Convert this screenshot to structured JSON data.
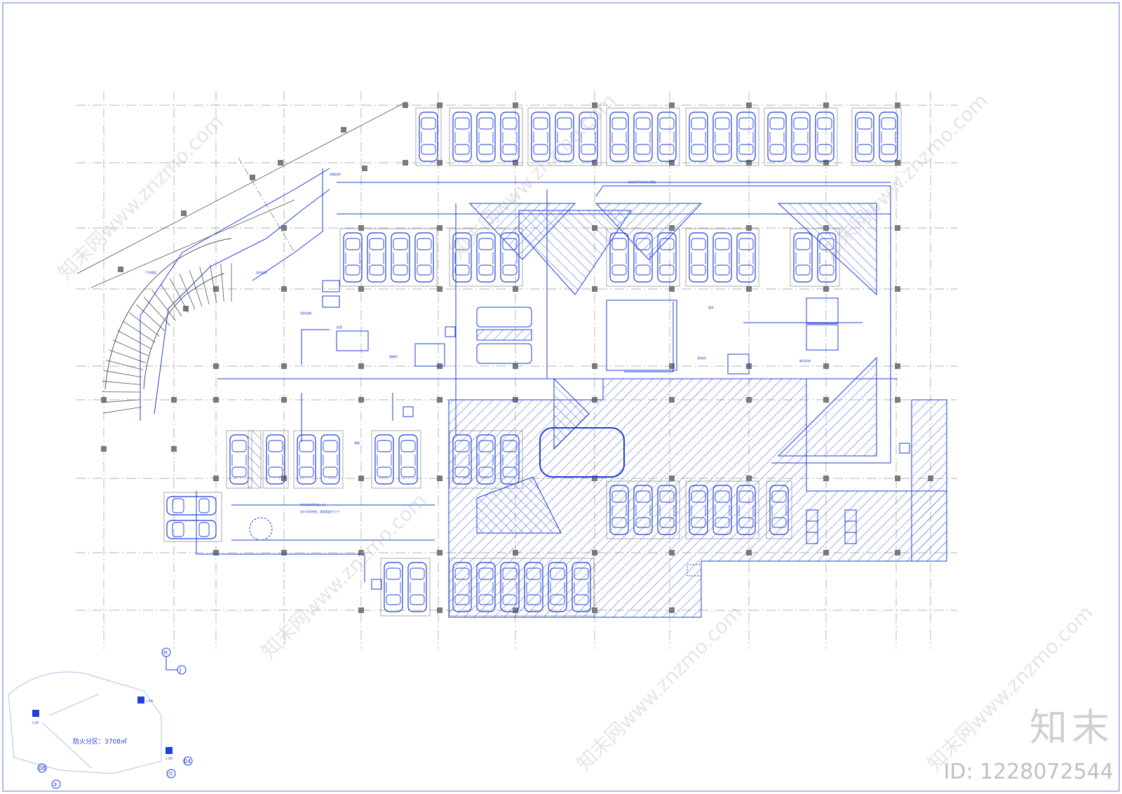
{
  "drawing": {
    "fire_zone_label": "防火分区：3708㎡",
    "top_route_label": "机动车停车库出口通道",
    "ramp_label": "汽车坡道",
    "bottom_note_1": "非机动车停车出入口",
    "bottom_note_2": "自行车库停放，通道宽度不小于",
    "center_label": "疏散",
    "axis_bubbles": [
      "⑩",
      "J",
      "08",
      "③",
      "⑪",
      "04"
    ],
    "level_marks": [
      "1.5M",
      "1.5M",
      "1.5M"
    ],
    "small_labels": [
      "排烟机房",
      "送风机房",
      "消防电梯",
      "前室",
      "楼梯间",
      "配电间",
      "管井",
      "新风机房"
    ]
  },
  "watermark": {
    "brand": "知末",
    "id_text": "ID: 1228072544",
    "site": "知末网www.znzmo.com"
  },
  "colors": {
    "line": "#1f3fd6",
    "hatch": "#4a66e0",
    "grid": "#9a9a9a",
    "column": "#7a7a7a"
  }
}
